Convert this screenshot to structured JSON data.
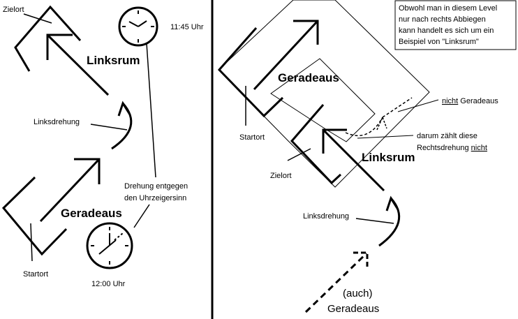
{
  "left": {
    "zielort": "Zielort",
    "time_1145": "11:45 Uhr",
    "linksrum": "Linksrum",
    "linksdrehung": "Linksdrehung",
    "drehung_line1": "Drehung entgegen",
    "drehung_line2": "den Uhrzeigersinn",
    "geradeaus": "Geradeaus",
    "startort": "Startort",
    "time_1200": "12:00 Uhr"
  },
  "right": {
    "note_lines": [
      "Obwohl man in diesem Level",
      "nur nach rechts Abbiegen",
      "kann handelt es sich um ein",
      "Beispiel von \"Linksrum\""
    ],
    "geradeaus": "Geradeaus",
    "startort": "Startort",
    "nicht": "nicht",
    "geradeaus_suffix": " Geradeaus",
    "darum_line1": "darum zählt diese",
    "darum_line2_prefix": "Rechtsdrehung ",
    "darum_line2_nicht": "nicht",
    "linksrum": "Linksrum",
    "zielort": "Zielort",
    "linksdrehung": "Linksdrehung",
    "auch": "(auch)",
    "geradeaus_bottom": "Geradeaus"
  }
}
